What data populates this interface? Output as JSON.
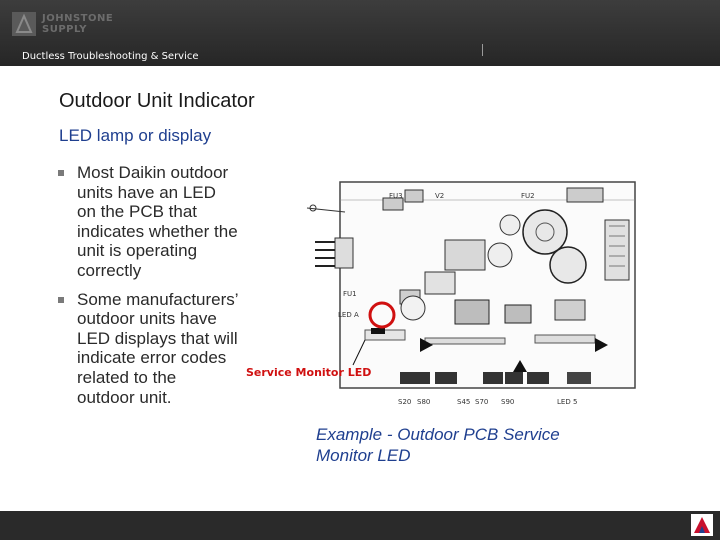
{
  "header": {
    "logo_text_line1": "JOHNSTONE",
    "logo_text_line2": "SUPPLY",
    "course_title": "Ductless Troubleshooting & Service"
  },
  "slide": {
    "title": "Outdoor Unit Indicator",
    "subtitle": "LED lamp or display",
    "bullets": [
      "Most Daikin outdoor units have an LED on the PCB that indicates whether the unit is operating correctly",
      "Some manufacturers’ outdoor units have LED displays that will indicate error codes related to the outdoor unit."
    ]
  },
  "figure": {
    "service_label": "Service Monitor LED",
    "board_labels": [
      "FU3",
      "V2",
      "FU2",
      "FU1",
      "LED A",
      "S20",
      "S80",
      "S45",
      "S70",
      "S90",
      "LED 5"
    ],
    "caption_line1": "Example  - Outdoor PCB Service",
    "caption_line2": "Monitor LED"
  },
  "colors": {
    "accent_blue": "#1f3f8f",
    "highlight_red": "#d01010",
    "header_bg": "#2e2e2e",
    "brand_red": "#c8102e"
  }
}
